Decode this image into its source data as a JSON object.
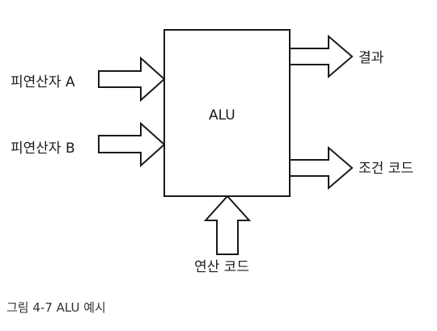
{
  "alu_block": {
    "label": "ALU"
  },
  "inputs": [
    {
      "label": "피연산자 A"
    },
    {
      "label": "피연산자 B"
    }
  ],
  "outputs": [
    {
      "label": "결과"
    },
    {
      "label": "조건 코드"
    }
  ],
  "control_input": {
    "label": "연산 코드"
  },
  "caption": "그림 4-7 ALU 예시",
  "colors": {
    "stroke": "#1a1a1a",
    "background": "#ffffff"
  }
}
